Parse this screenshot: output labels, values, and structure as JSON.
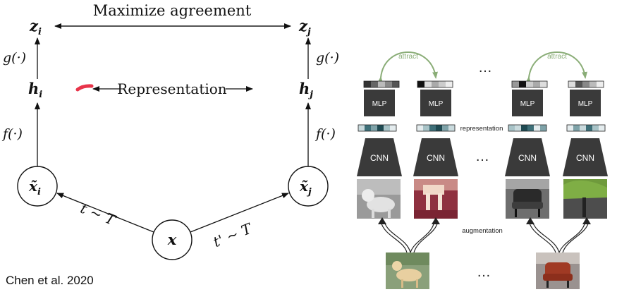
{
  "left": {
    "title": "Maximize agreement",
    "z_i": "z",
    "z_i_sub": "i",
    "z_j": "z",
    "z_j_sub": "j",
    "g_i": "g(·)",
    "g_j": "g(·)",
    "h_i": "h",
    "h_i_sub": "i",
    "h_j": "h",
    "h_j_sub": "j",
    "representation": "Representation",
    "f_i": "f(·)",
    "f_j": "f(·)",
    "xt_i": "x̃",
    "xt_i_sub": "i",
    "xt_j": "x̃",
    "xt_j_sub": "j",
    "x": "x",
    "t_left": "t ~ T",
    "t_right": "t' ~ T"
  },
  "right": {
    "attract_left": "attract",
    "attract_right": "attract",
    "mlp": [
      "MLP",
      "MLP",
      "MLP",
      "MLP"
    ],
    "cnn": [
      "CNN",
      "CNN",
      "CNN",
      "CNN"
    ],
    "representation": "representation",
    "augmentation": "augmentation",
    "dots_top": "…",
    "dots_mid": "…",
    "dots_bottom": "…"
  },
  "caption": "Chen et al. 2020",
  "colors": {
    "attract_arrow": "#8aad77",
    "block": "#3a3a3a",
    "rep_teal": "#3e6f78"
  }
}
